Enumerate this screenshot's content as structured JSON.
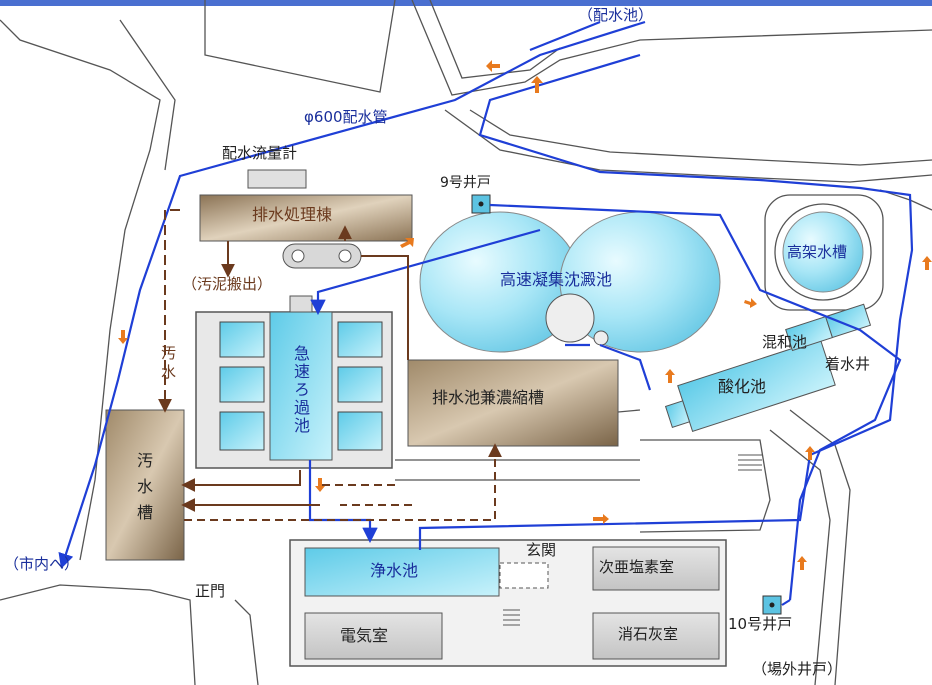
{
  "labels": {
    "distribution_reservoir": "（配水池）",
    "main_pipe": "φ600配水管",
    "flow_meter": "配水流量計",
    "well_9": "9号井戸",
    "wastewater_building": "排水処理棟",
    "sludge_removal": "（汚泥搬出）",
    "sewage_label": "汚水",
    "high_speed_basin": "高速凝集沈澱池",
    "elevated_tank": "高架水槽",
    "mixing_basin": "混和池",
    "receiving_well": "着水井",
    "oxidation_basin": "酸化池",
    "rapid_filter": "急速ろ過池",
    "drain_thickener": "排水池兼濃縮槽",
    "sewage_tank": "汚水槽",
    "to_city": "（市内へ）",
    "clear_well": "浄水池",
    "entrance": "玄関",
    "hypochlorite_room": "次亜塩素室",
    "main_gate": "正門",
    "electrical_room": "電気室",
    "slaked_lime_room": "消石灰室",
    "well_10": "10号井戸",
    "offsite_wells": "（場外井戸）"
  },
  "colors": {
    "water_line": "#1f3fd6",
    "drain_line": "#6b3a1e",
    "flow_arrow": "#e87a1e",
    "basin_fill": "#8fdcf2",
    "brown_building": "#8b7355"
  }
}
